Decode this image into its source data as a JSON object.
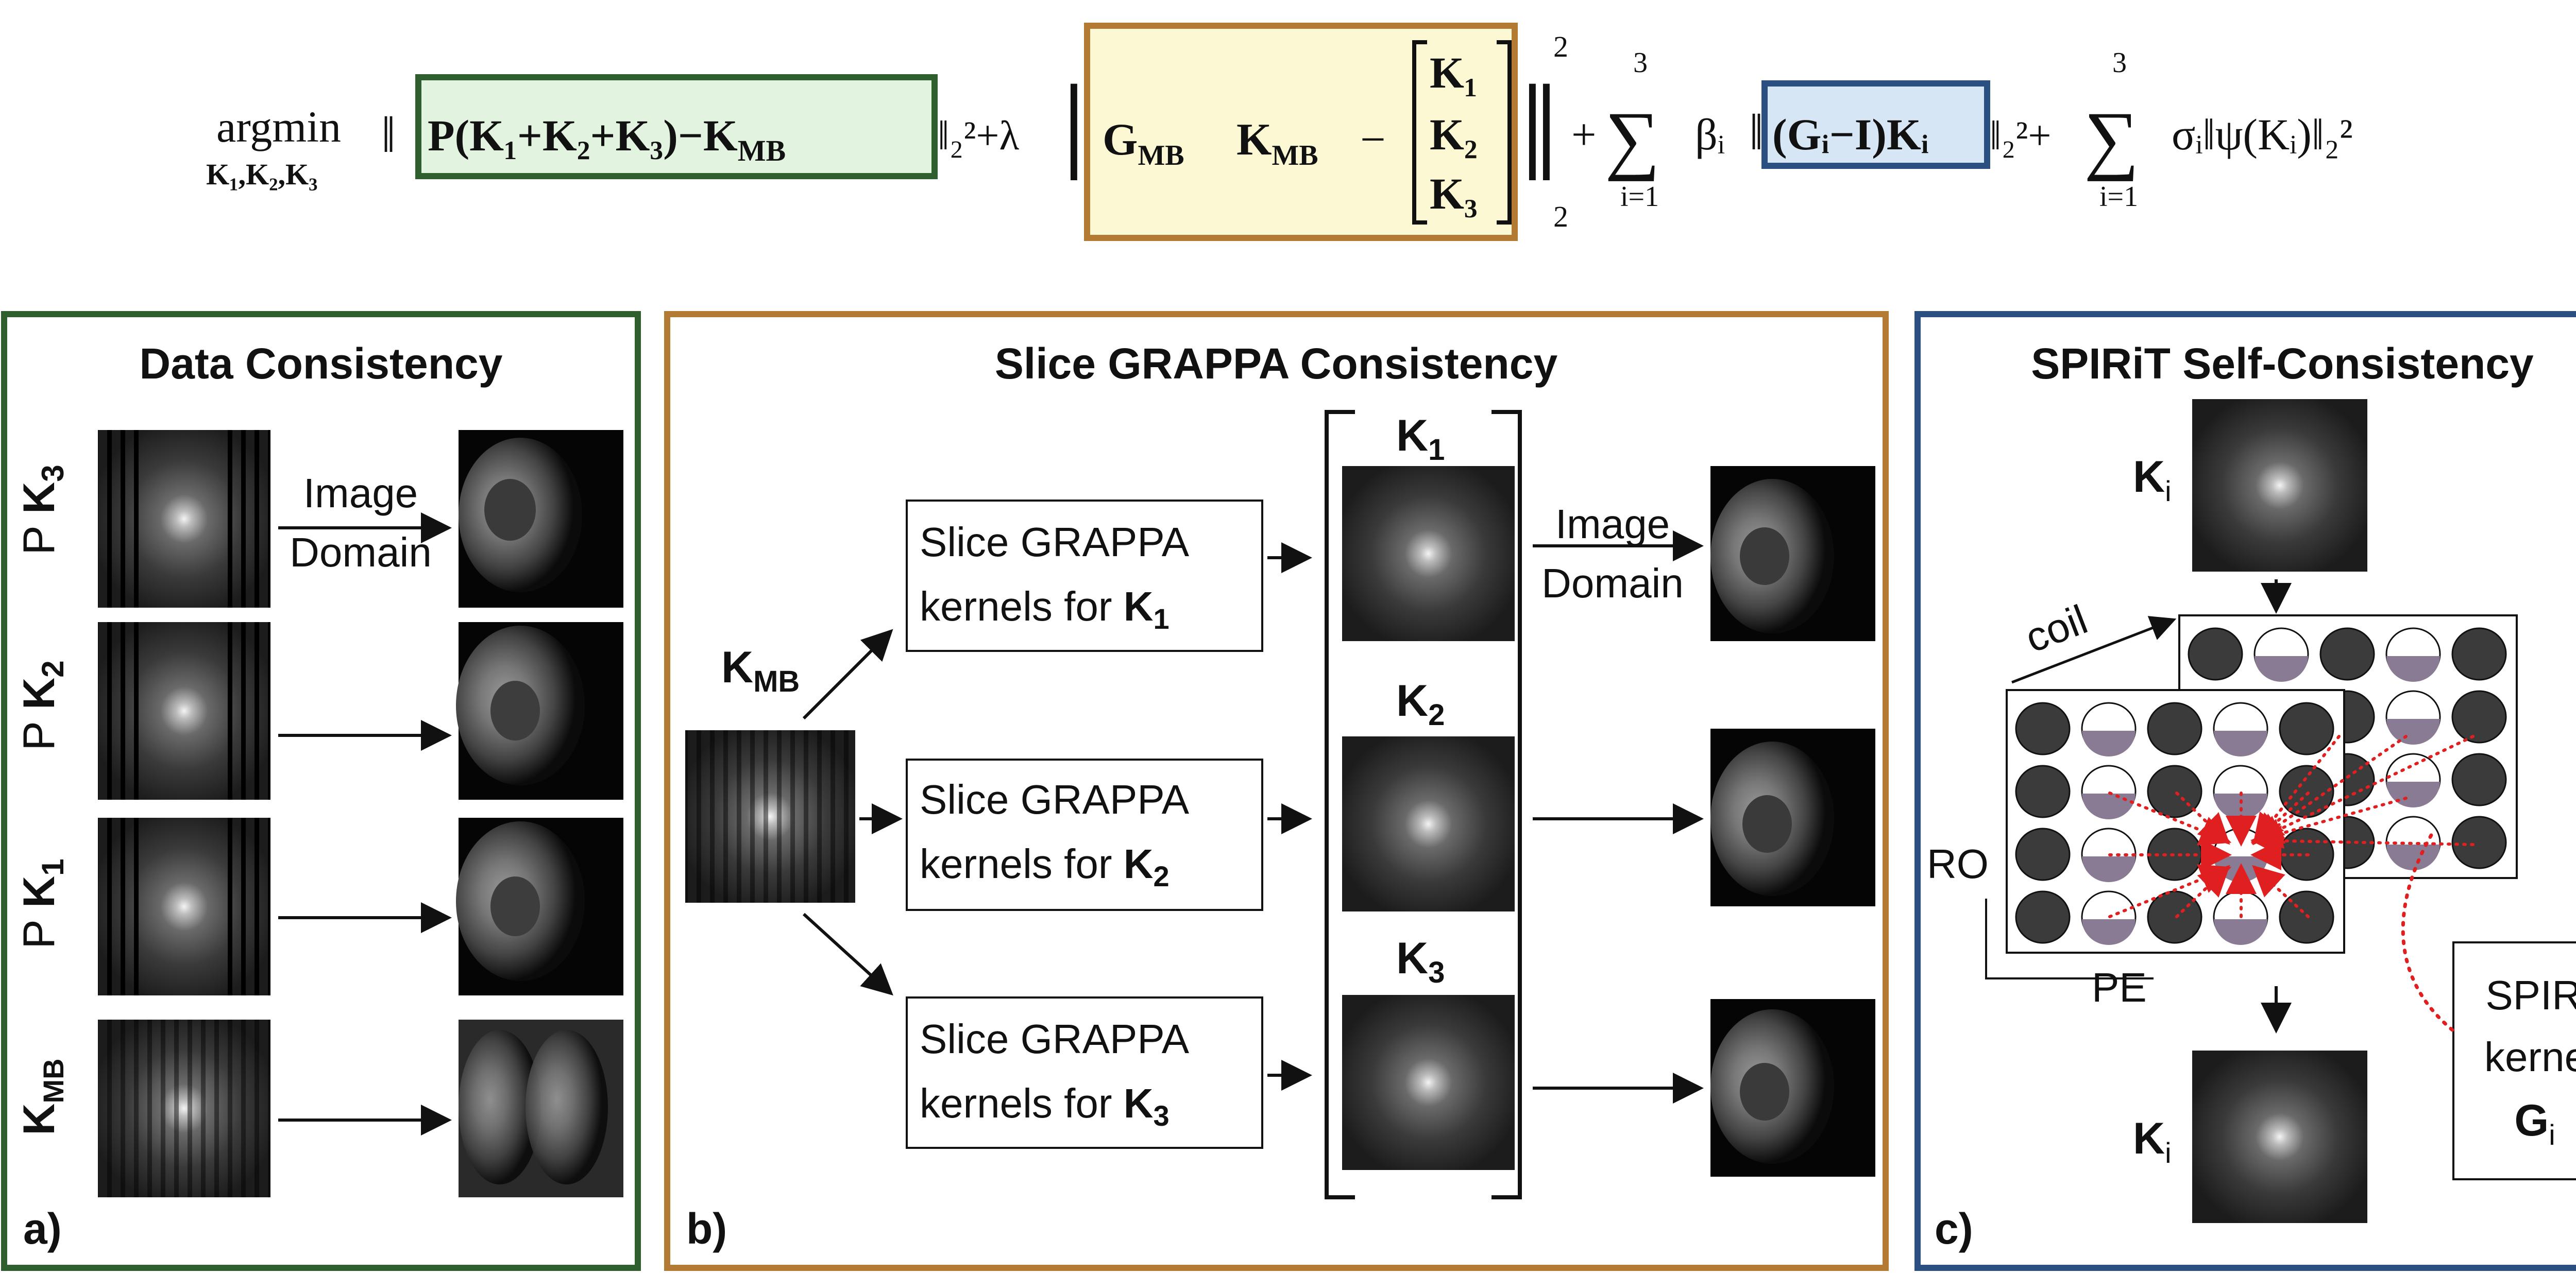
{
  "equation": {
    "argmin": "argmin",
    "argmin_sub": "K₁,K₂,K₃",
    "data_term": "P(K₁+K₂+K₃)−K",
    "data_term_sub": "MB",
    "norm_sq_1": "‖₂²+λ",
    "grappa_G": "G",
    "grappa_G_sub": "MB",
    "grappa_K": "K",
    "grappa_K_sub": "MB",
    "grappa_minus": "−",
    "vec_entries": [
      "K₁",
      "K₂",
      "K₃"
    ],
    "norm_sq_2": "2",
    "norm_sub_2": "2",
    "sum_plus": "+",
    "sum_sym": "∑",
    "sum_upper": "3",
    "sum_lower": "i=1",
    "beta": "βᵢ",
    "spirit_term": "(Gᵢ−I)Kᵢ",
    "norm_sq_3": "‖₂²+",
    "sigma_term": "σᵢ‖ψ(Kᵢ)‖₂²"
  },
  "panel_a": {
    "title": "Data Consistency",
    "corner_label": "a)",
    "rows": [
      {
        "p": "P",
        "k": "K",
        "sub": "3"
      },
      {
        "p": "P",
        "k": "K",
        "sub": "2"
      },
      {
        "p": "P",
        "k": "K",
        "sub": "1"
      },
      {
        "p": "",
        "k": "K",
        "sub": "MB"
      }
    ],
    "arrow_label_1": "Image",
    "arrow_label_2": "Domain"
  },
  "panel_b": {
    "title": "Slice GRAPPA Consistency",
    "corner_label": "b)",
    "input_k": "K",
    "input_sub": "MB",
    "kernel_line1": "Slice GRAPPA",
    "kernel_line2": "kernels for ",
    "kernels": [
      {
        "k": "K",
        "sub": "1"
      },
      {
        "k": "K",
        "sub": "2"
      },
      {
        "k": "K",
        "sub": "3"
      }
    ],
    "bracket_labels": [
      {
        "k": "K",
        "sub": "1"
      },
      {
        "k": "K",
        "sub": "2"
      },
      {
        "k": "K",
        "sub": "3"
      }
    ],
    "arrow_label_1": "Image",
    "arrow_label_2": "Domain"
  },
  "panel_c": {
    "title": "SPIRiT Self-Consistency",
    "corner_label": "c)",
    "top_k": "K",
    "top_sub": "i",
    "bottom_k": "K",
    "bottom_sub": "i",
    "coil_label": "coil",
    "ro_label": "RO",
    "pe_label": "PE",
    "kernels_line1": "SPIRiT",
    "kernels_line2": "kernels",
    "kernels_g": "G",
    "kernels_sub": "i"
  },
  "colors": {
    "green_border": "#2f5e2f",
    "green_fill": "#e2f3df",
    "orange_border": "#b37a34",
    "yellow_fill": "#fbf8d3",
    "blue_border": "#2a4f80",
    "blue_fill": "#d7e6f5",
    "red_dots": "#e02020",
    "circle_dark": "#3b3b3b",
    "circle_half": "#8a7b95"
  }
}
